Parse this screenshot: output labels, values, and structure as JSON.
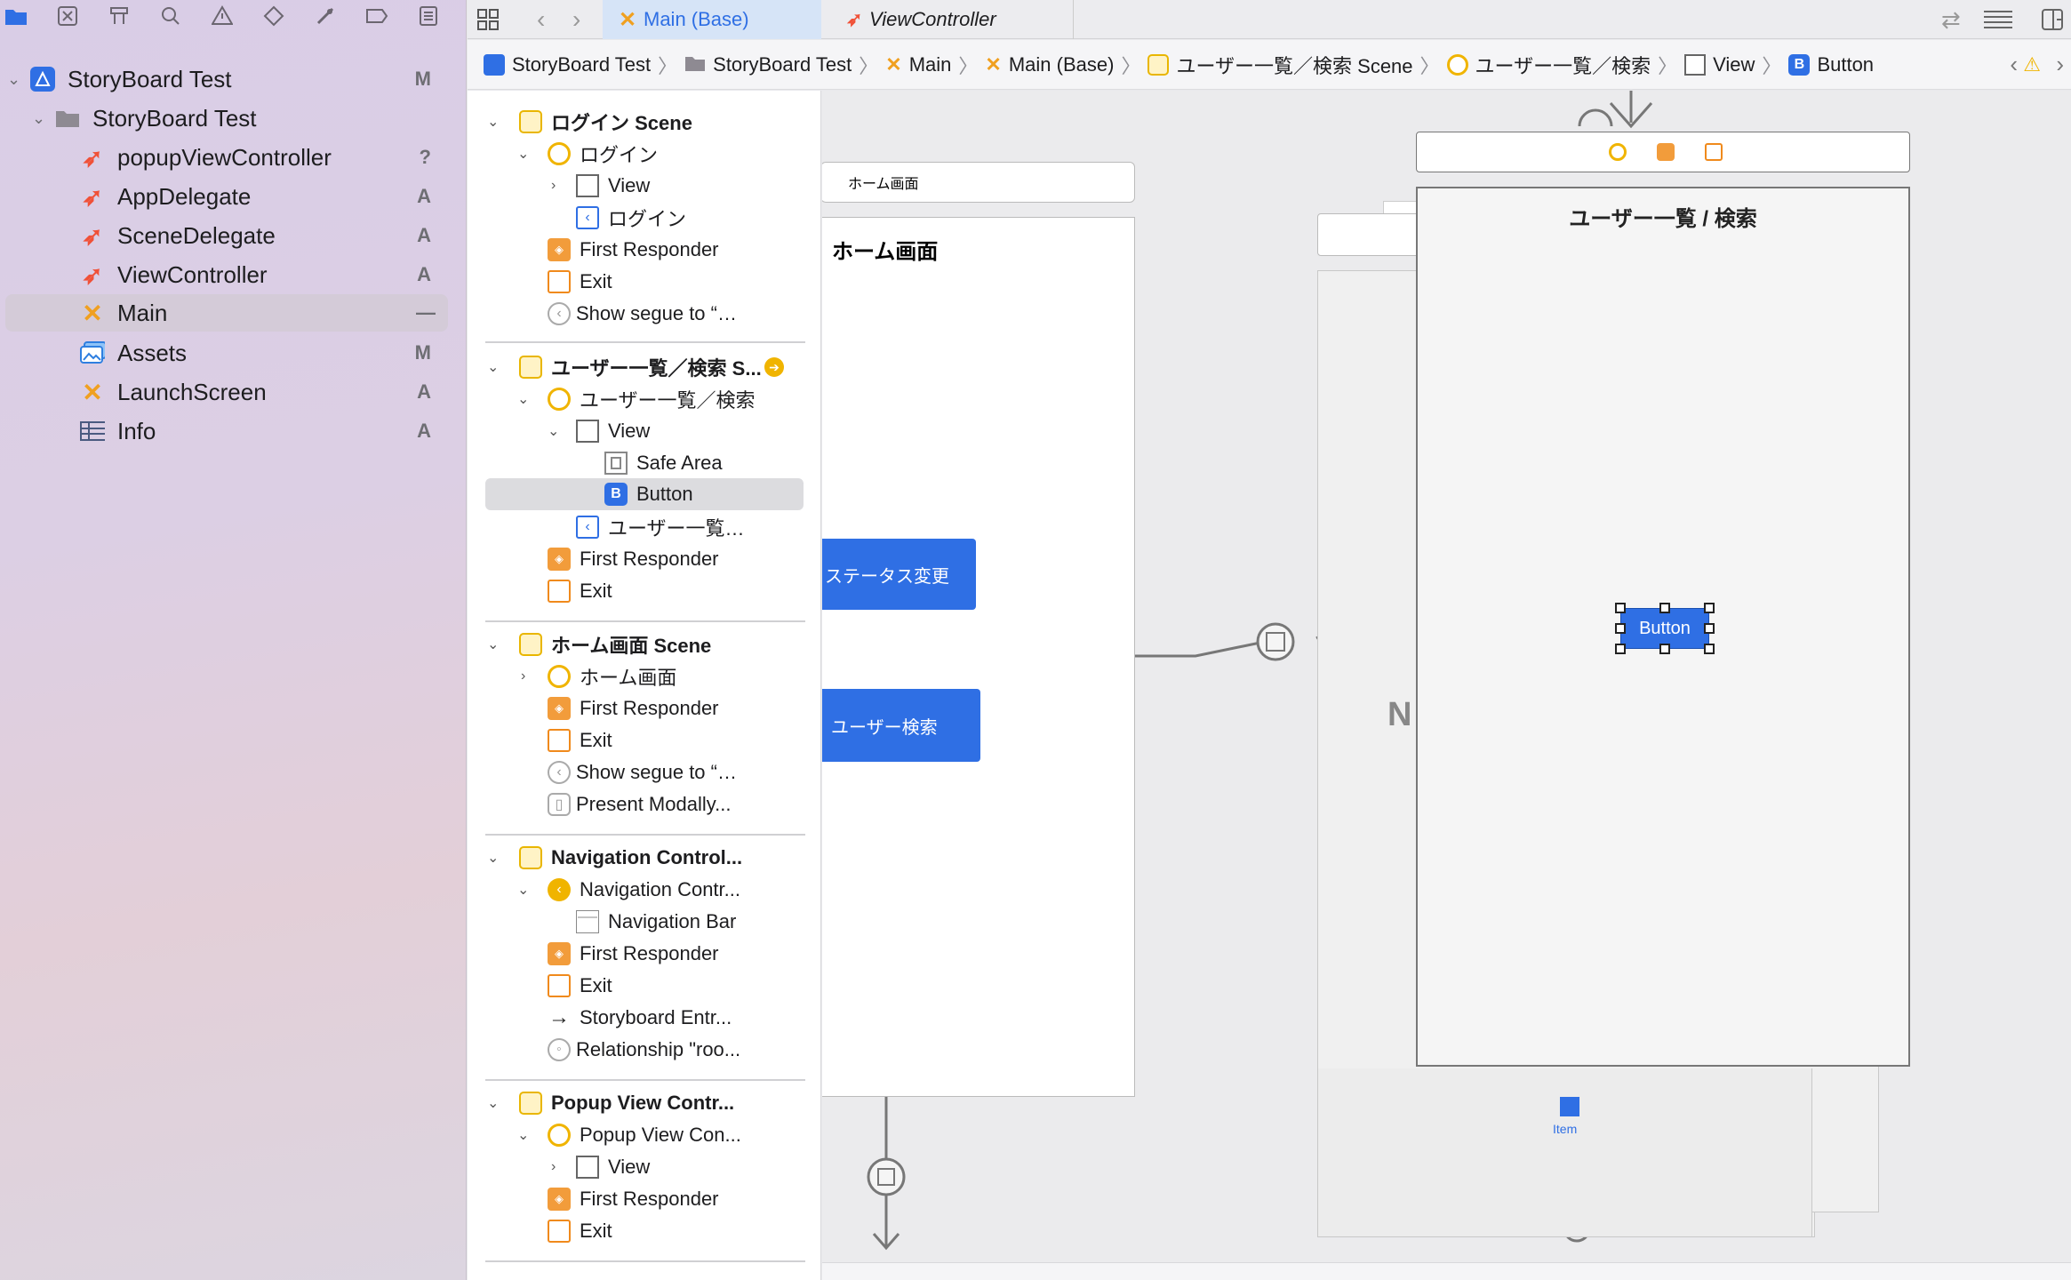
{
  "navigator": {
    "root": {
      "label": "StoryBoard Test",
      "status": "M"
    },
    "group": {
      "label": "StoryBoard Test"
    },
    "files": [
      {
        "label": "popupViewController",
        "status": "?",
        "icon": "swift-file-icon"
      },
      {
        "label": "AppDelegate",
        "status": "A",
        "icon": "swift-file-icon"
      },
      {
        "label": "SceneDelegate",
        "status": "A",
        "icon": "swift-file-icon"
      },
      {
        "label": "ViewController",
        "status": "A",
        "icon": "swift-file-icon"
      },
      {
        "label": "Main",
        "status": "—",
        "icon": "storyboard-icon",
        "selected": true
      },
      {
        "label": "Assets",
        "status": "M",
        "icon": "assets-icon"
      },
      {
        "label": "LaunchScreen",
        "status": "A",
        "icon": "storyboard-icon"
      },
      {
        "label": "Info",
        "status": "A",
        "icon": "plist-icon"
      }
    ]
  },
  "tabs": [
    {
      "label": "Main (Base)",
      "active": true
    },
    {
      "label": "ViewController",
      "active": false
    }
  ],
  "breadcrumb": [
    "StoryBoard Test",
    "StoryBoard Test",
    "Main",
    "Main (Base)",
    "ユーザー一覧／検索 Scene",
    "ユーザー一覧／検索",
    "View",
    "Button"
  ],
  "outline": {
    "rows": [
      {
        "label": "ログイン Scene",
        "kind": "scene",
        "bold": true
      },
      {
        "label": "ログイン",
        "kind": "vc"
      },
      {
        "label": "View",
        "kind": "view"
      },
      {
        "label": "ログイン",
        "kind": "back"
      },
      {
        "label": "First Responder",
        "kind": "fr"
      },
      {
        "label": "Exit",
        "kind": "exit"
      },
      {
        "label": "Show segue to “…",
        "kind": "segue"
      },
      {
        "label": "ユーザー一覧／検索 S...",
        "kind": "scene",
        "bold": true
      },
      {
        "label": "ユーザー一覧／検索",
        "kind": "vc"
      },
      {
        "label": "View",
        "kind": "view"
      },
      {
        "label": "Safe Area",
        "kind": "safe"
      },
      {
        "label": "Button",
        "kind": "button",
        "selected": true
      },
      {
        "label": "ユーザー一覧…",
        "kind": "back"
      },
      {
        "label": "First Responder",
        "kind": "fr"
      },
      {
        "label": "Exit",
        "kind": "exit"
      },
      {
        "label": "ホーム画面 Scene",
        "kind": "scene",
        "bold": true
      },
      {
        "label": "ホーム画面",
        "kind": "vc"
      },
      {
        "label": "First Responder",
        "kind": "fr"
      },
      {
        "label": "Exit",
        "kind": "exit"
      },
      {
        "label": "Show segue to “…",
        "kind": "segue"
      },
      {
        "label": "Present Modally...",
        "kind": "segue"
      },
      {
        "label": "Navigation Control...",
        "kind": "scene",
        "bold": true
      },
      {
        "label": "Navigation Contr...",
        "kind": "navvc"
      },
      {
        "label": "Navigation Bar",
        "kind": "navbar"
      },
      {
        "label": "First Responder",
        "kind": "fr"
      },
      {
        "label": "Exit",
        "kind": "exit"
      },
      {
        "label": "Storyboard Entr...",
        "kind": "arrow"
      },
      {
        "label": "Relationship \"roo...",
        "kind": "segue"
      },
      {
        "label": "Popup View Contr...",
        "kind": "scene",
        "bold": true
      },
      {
        "label": "Popup View Con...",
        "kind": "vc"
      },
      {
        "label": "View",
        "kind": "view"
      },
      {
        "label": "First Responder",
        "kind": "fr"
      },
      {
        "label": "Exit",
        "kind": "exit"
      }
    ]
  },
  "canvas": {
    "home_title_bar": "ホーム画面",
    "home_title": "ホーム画面",
    "status_button": "ステータス変更",
    "user_search_button": "ユーザー検索",
    "user_list_title": "ユーザー一覧 / 検索",
    "button_label": "Button",
    "nav_letter": "N",
    "tab_item": "Item"
  },
  "colors": {
    "accent": "#2f6fe4",
    "selection": "#d4cbd8"
  }
}
